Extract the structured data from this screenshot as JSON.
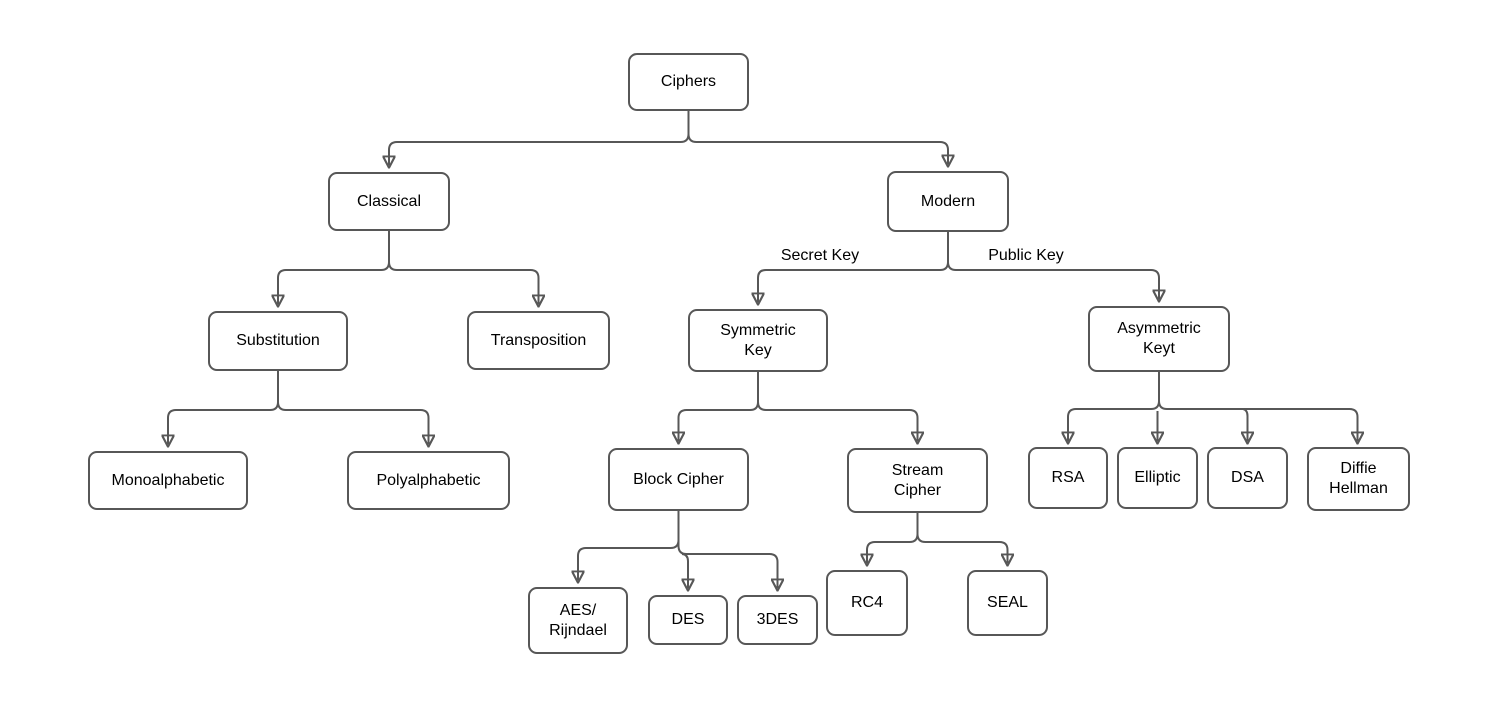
{
  "colors": {
    "line": "#575757",
    "node_border": "#575757",
    "node_fill": "#ffffff",
    "text": "#000000",
    "background": "#ffffff"
  },
  "nodes": {
    "ciphers": {
      "label": "Ciphers"
    },
    "classical": {
      "label": "Classical"
    },
    "modern": {
      "label": "Modern"
    },
    "substitution": {
      "label": "Substitution"
    },
    "transposition": {
      "label": "Transposition"
    },
    "symmetric_key": {
      "label": "Symmetric\nKey"
    },
    "asymmetric_key": {
      "label": "Asymmetric\nKeyt"
    },
    "monoalphabetic": {
      "label": "Monoalphabetic"
    },
    "polyalphabetic": {
      "label": "Polyalphabetic"
    },
    "block_cipher": {
      "label": "Block Cipher"
    },
    "stream_cipher": {
      "label": "Stream\nCipher"
    },
    "rsa": {
      "label": "RSA"
    },
    "elliptic": {
      "label": "Elliptic"
    },
    "dsa": {
      "label": "DSA"
    },
    "diffie_hellman": {
      "label": "Diffie\nHellman"
    },
    "aes_rijndael": {
      "label": "AES/\nRijndael"
    },
    "des": {
      "label": "DES"
    },
    "tdes": {
      "label": "3DES"
    },
    "rc4": {
      "label": "RC4"
    },
    "seal": {
      "label": "SEAL"
    }
  },
  "edge_labels": {
    "secret_key": "Secret Key",
    "public_key": "Public Key"
  },
  "edges": [
    {
      "from": "Ciphers",
      "to": "Classical"
    },
    {
      "from": "Ciphers",
      "to": "Modern"
    },
    {
      "from": "Classical",
      "to": "Substitution"
    },
    {
      "from": "Classical",
      "to": "Transposition"
    },
    {
      "from": "Substitution",
      "to": "Monoalphabetic"
    },
    {
      "from": "Substitution",
      "to": "Polyalphabetic"
    },
    {
      "from": "Modern",
      "to": "Symmetric Key",
      "label": "Secret Key"
    },
    {
      "from": "Modern",
      "to": "Asymmetric Keyt",
      "label": "Public Key"
    },
    {
      "from": "Symmetric Key",
      "to": "Block Cipher"
    },
    {
      "from": "Symmetric Key",
      "to": "Stream Cipher"
    },
    {
      "from": "Block Cipher",
      "to": "AES/ Rijndael"
    },
    {
      "from": "Block Cipher",
      "to": "DES"
    },
    {
      "from": "Block Cipher",
      "to": "3DES"
    },
    {
      "from": "Stream Cipher",
      "to": "RC4"
    },
    {
      "from": "Stream Cipher",
      "to": "SEAL"
    },
    {
      "from": "Asymmetric Keyt",
      "to": "RSA"
    },
    {
      "from": "Asymmetric Keyt",
      "to": "Elliptic"
    },
    {
      "from": "Asymmetric Keyt",
      "to": "DSA"
    },
    {
      "from": "Asymmetric Keyt",
      "to": "Diffie Hellman"
    }
  ]
}
